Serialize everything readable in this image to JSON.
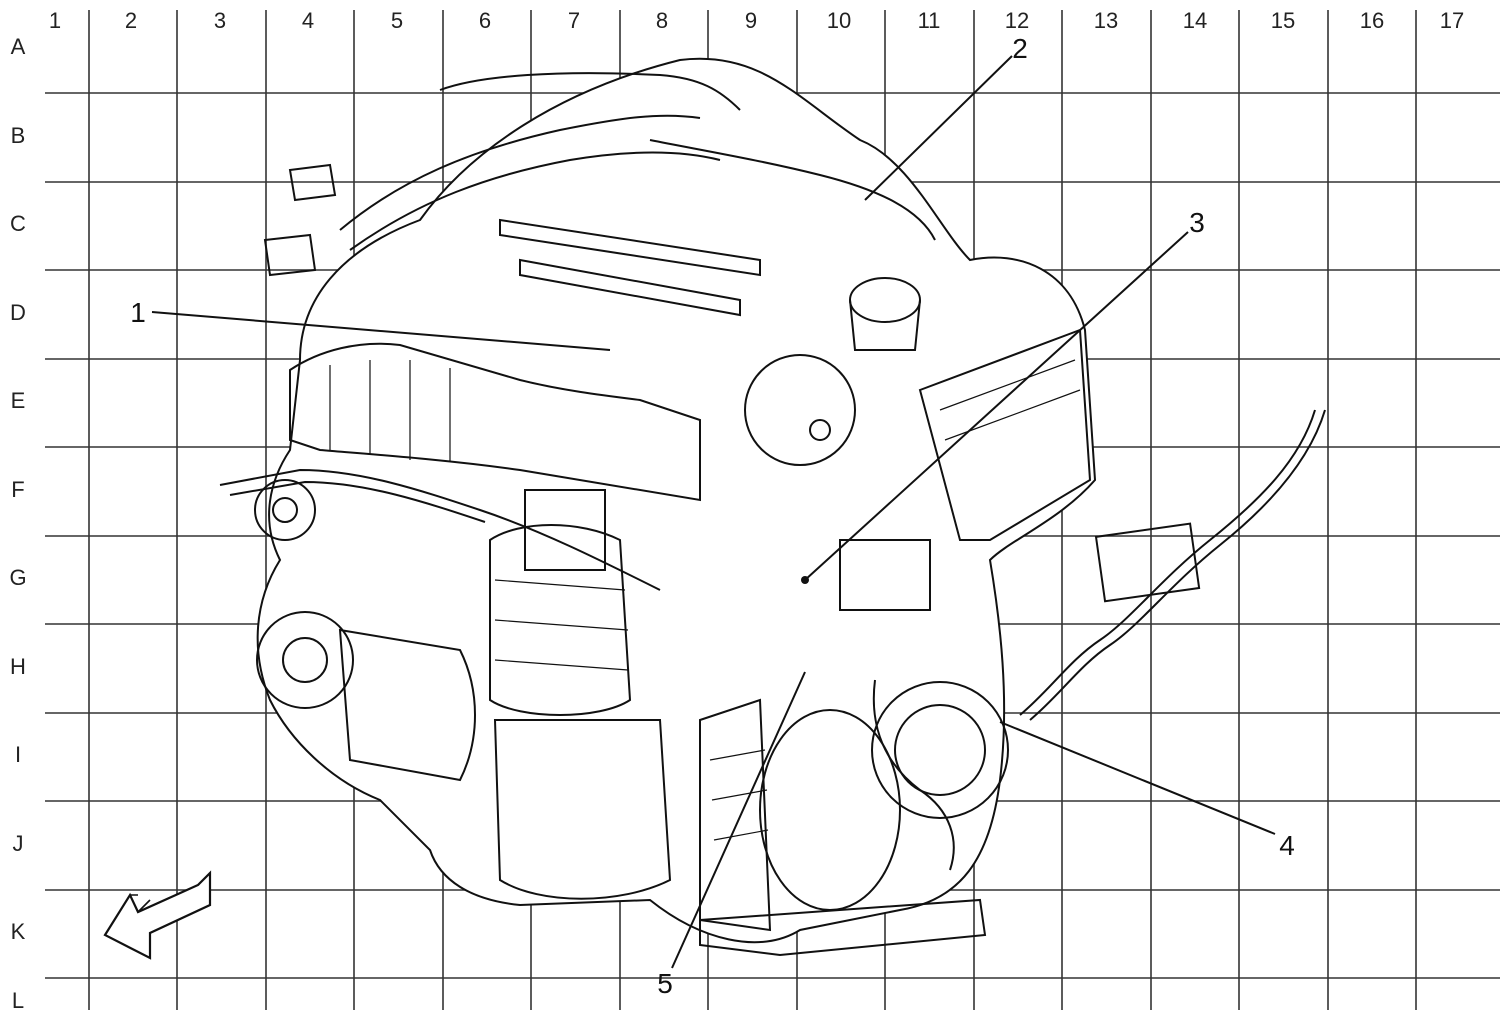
{
  "grid": {
    "columns": [
      "1",
      "2",
      "3",
      "4",
      "5",
      "6",
      "7",
      "8",
      "9",
      "10",
      "11",
      "12",
      "13",
      "14",
      "15",
      "16",
      "17"
    ],
    "rows": [
      "A",
      "B",
      "C",
      "D",
      "E",
      "F",
      "G",
      "H",
      "I",
      "J",
      "K",
      "L"
    ]
  },
  "callouts": [
    {
      "id": "1",
      "label": "1"
    },
    {
      "id": "2",
      "label": "2"
    },
    {
      "id": "3",
      "label": "3"
    },
    {
      "id": "4",
      "label": "4"
    },
    {
      "id": "5",
      "label": "5"
    }
  ],
  "icons": {
    "orientation": "front-direction-arrow-icon"
  }
}
